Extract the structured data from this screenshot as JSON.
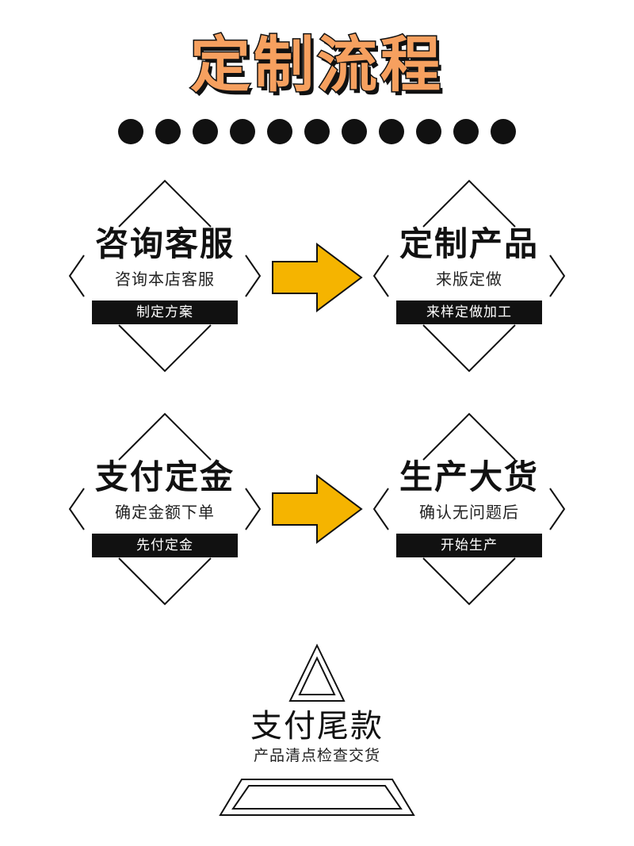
{
  "title": "定制流程",
  "dot_count": 11,
  "steps": [
    {
      "title": "咨询客服",
      "subtitle": "咨询本店客服",
      "bar": "制定方案"
    },
    {
      "title": "定制产品",
      "subtitle": "来版定做",
      "bar": "来样定做加工"
    },
    {
      "title": "支付定金",
      "subtitle": "确定金额下单",
      "bar": "先付定金"
    },
    {
      "title": "生产大货",
      "subtitle": "确认无问题后",
      "bar": "开始生产"
    }
  ],
  "final_step": {
    "title": "支付尾款",
    "subtitle": "产品清点检查交货"
  },
  "colors": {
    "accent_arrow": "#f5b400",
    "title_fill": "#f6a05f",
    "ink": "#111111"
  }
}
